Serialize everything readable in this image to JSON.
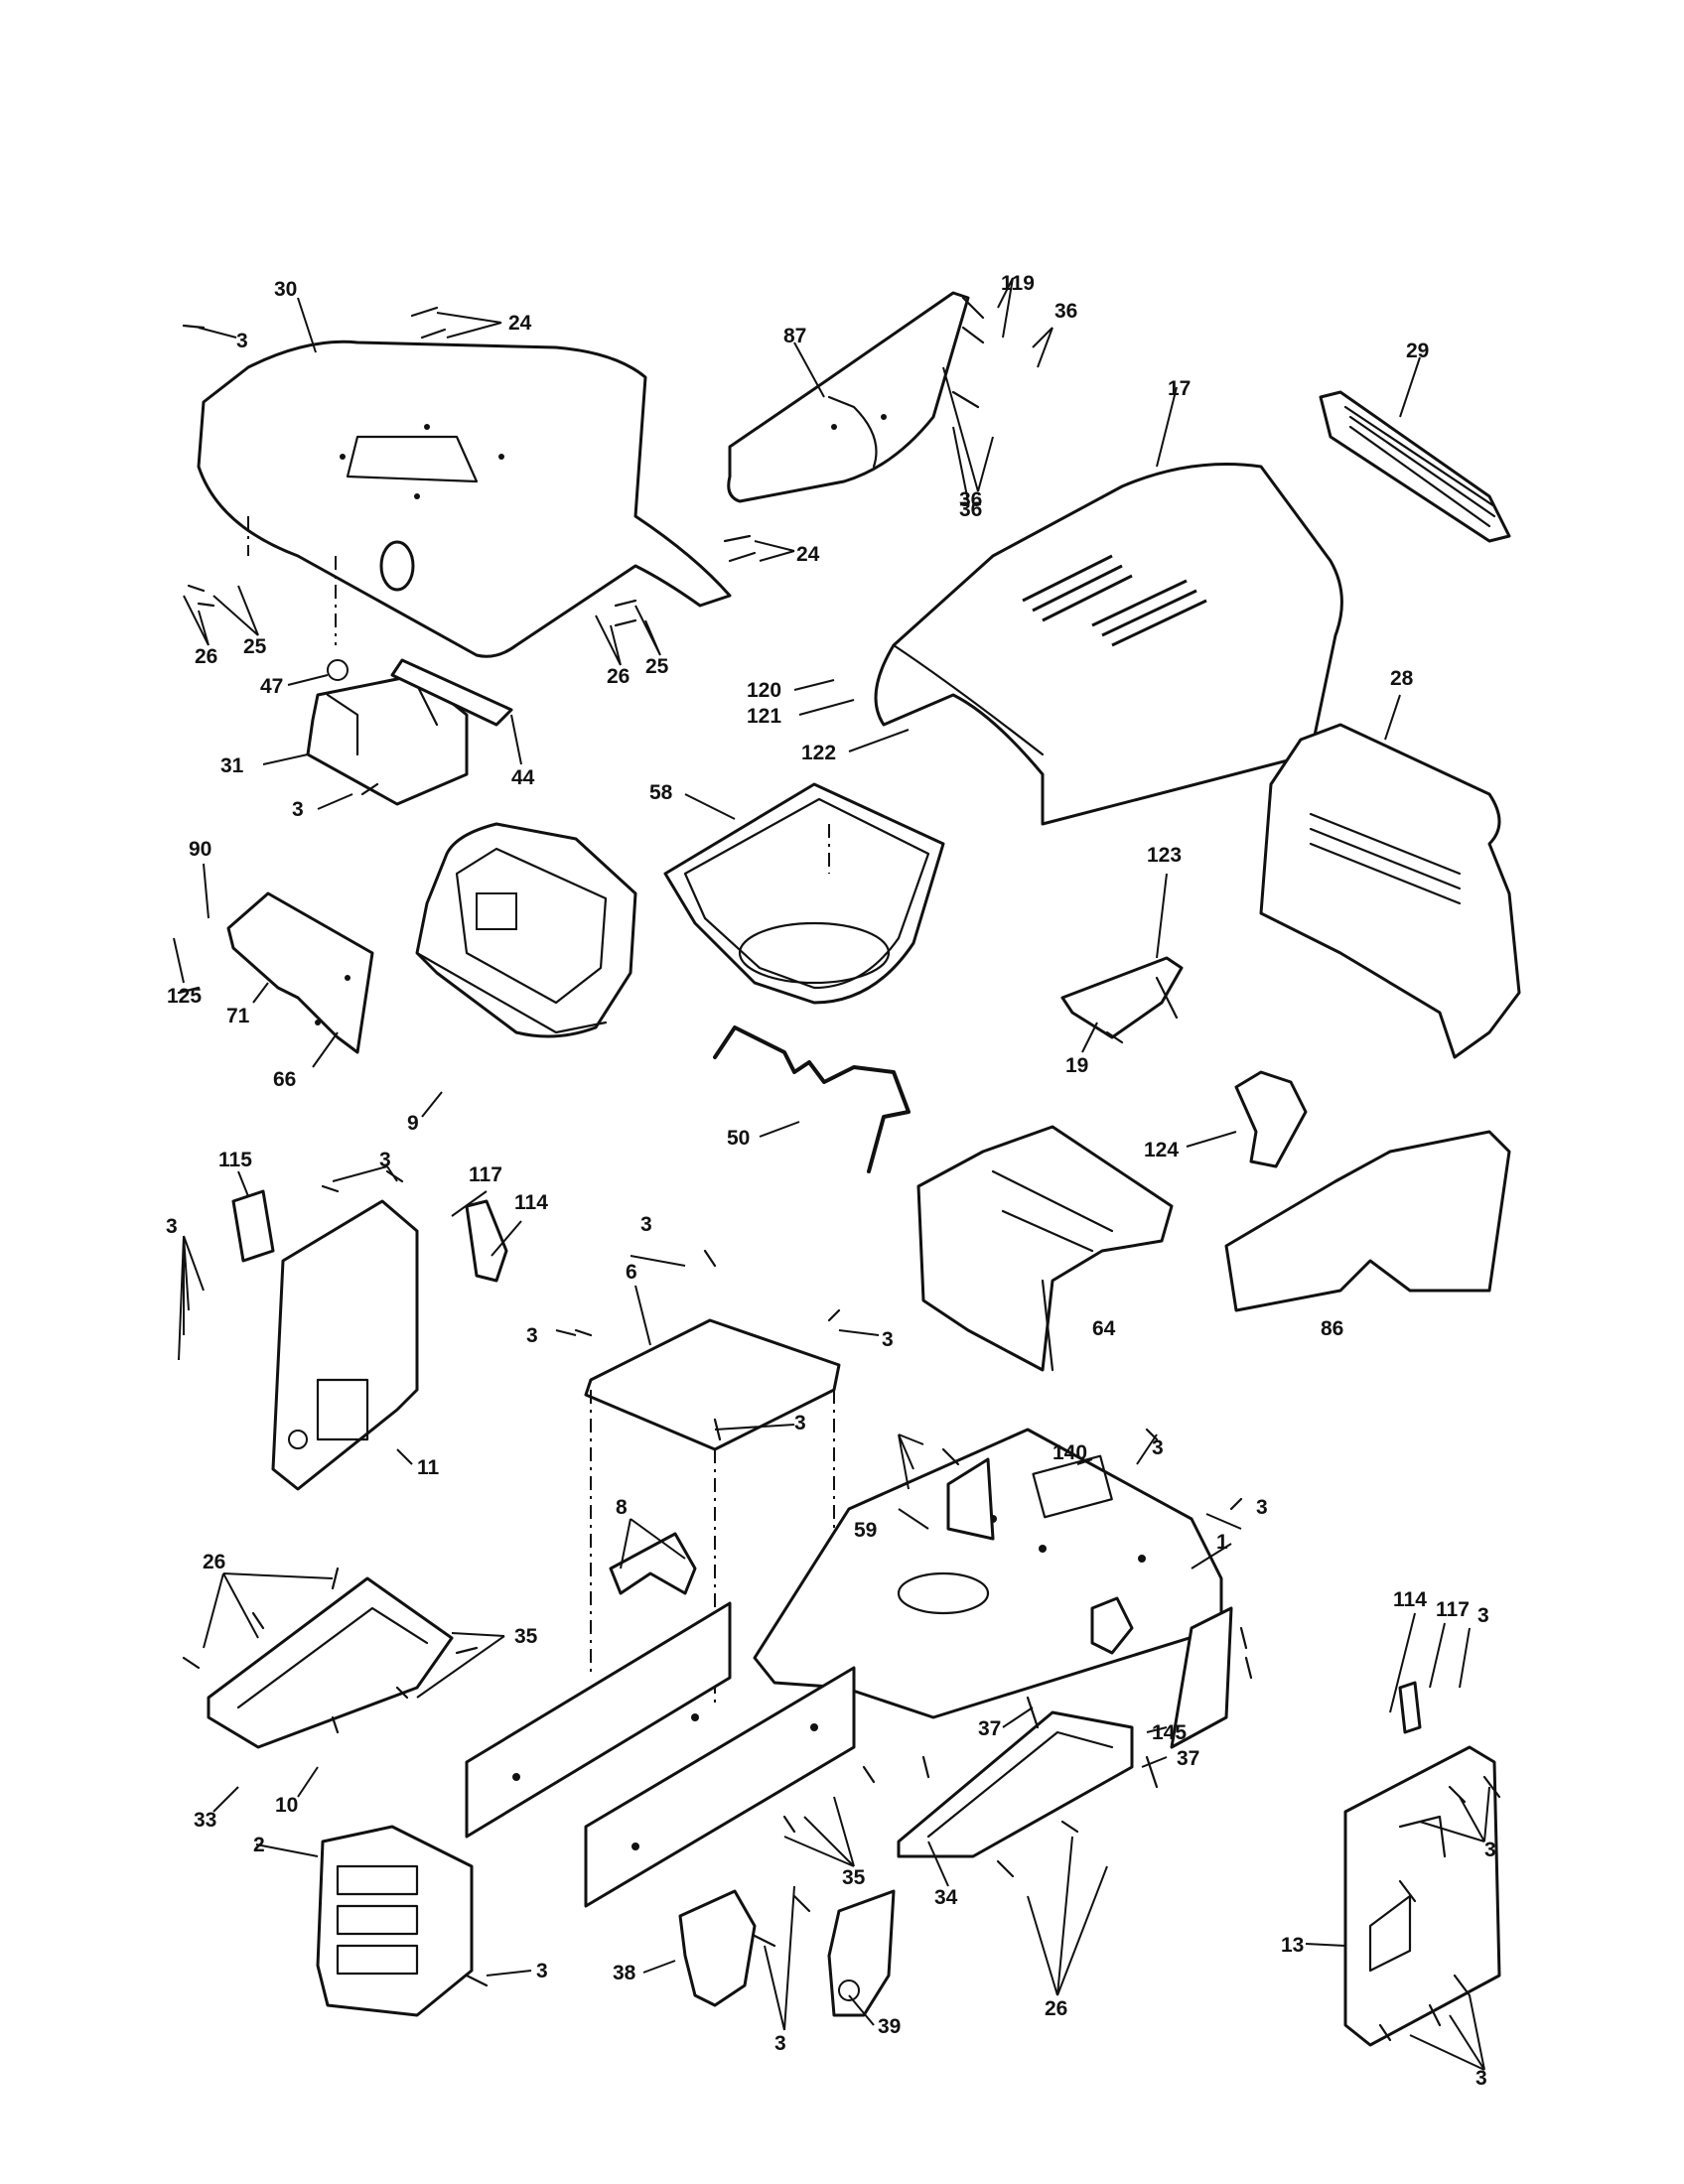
{
  "callouts": [
    "30",
    "24",
    "3",
    "87",
    "119",
    "36",
    "29",
    "17",
    "36",
    "36",
    "24",
    "25",
    "26",
    "25",
    "26",
    "47",
    "44",
    "31",
    "120",
    "121",
    "122",
    "58",
    "28",
    "3",
    "90",
    "125",
    "71",
    "66",
    "9",
    "123",
    "19",
    "50",
    "124",
    "115",
    "3",
    "117",
    "114",
    "3",
    "6",
    "3",
    "3",
    "8",
    "3",
    "11",
    "3",
    "140",
    "3",
    "64",
    "86",
    "1",
    "59",
    "3",
    "26",
    "35",
    "33",
    "10",
    "37",
    "145",
    "37",
    "114",
    "117",
    "3",
    "2",
    "35",
    "3",
    "38",
    "3",
    "34",
    "26",
    "39",
    "13",
    "3",
    "3"
  ]
}
